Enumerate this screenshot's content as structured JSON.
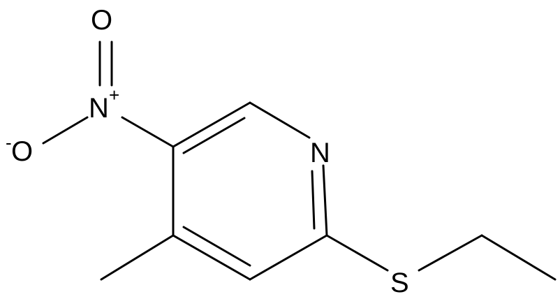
{
  "diagram": {
    "type": "chemical-structure",
    "atoms": {
      "oxygen_top": "O",
      "nitrogen_nitro": "N",
      "nitro_charge": "+",
      "oxygen_left": "O",
      "oxygen_left_charge": "-",
      "nitrogen_ring": "N",
      "sulfur": "S"
    },
    "colors": {
      "line": "#000000",
      "background": "#ffffff"
    }
  }
}
